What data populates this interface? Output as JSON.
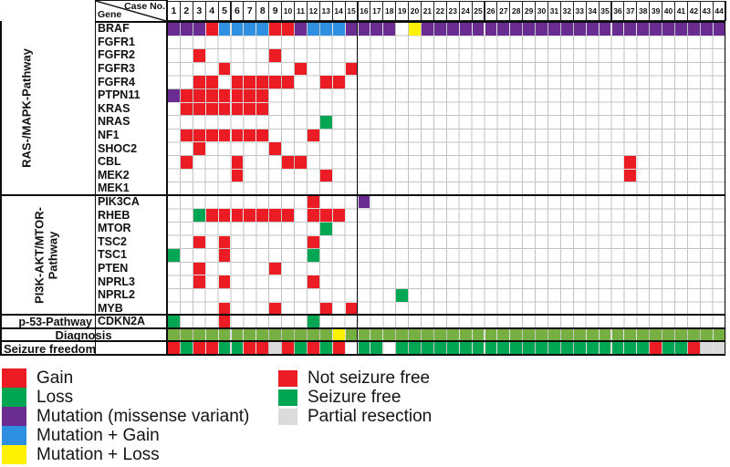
{
  "chart_data": {
    "type": "heatmap",
    "x_label": "Case No.",
    "y_label": "Gene",
    "n_cases": 44,
    "case_numbers": [
      1,
      2,
      3,
      4,
      5,
      6,
      7,
      8,
      9,
      10,
      11,
      12,
      13,
      14,
      15,
      16,
      17,
      18,
      19,
      20,
      21,
      22,
      23,
      24,
      25,
      26,
      27,
      28,
      29,
      30,
      31,
      32,
      33,
      34,
      35,
      36,
      37,
      38,
      39,
      40,
      41,
      42,
      43,
      44
    ],
    "pathways": [
      {
        "name": "RAS-/MAPK-Pathway",
        "name_lines": [
          "RAS-/MAPK-Pathway"
        ],
        "genes": [
          "BRAF",
          "FGFR1",
          "FGFR2",
          "FGFR3",
          "FGFR4",
          "PTPN11",
          "KRAS",
          "NRAS",
          "NF1",
          "SHOC2",
          "CBL",
          "MEK2",
          "MEK1"
        ]
      },
      {
        "name": "PI3K-AKT/MTOR-Pathway",
        "name_lines": [
          "PI3K-AKT/MTOR-",
          "Pathway"
        ],
        "genes": [
          "PIK3CA",
          "RHEB",
          "MTOR",
          "TSC2",
          "TSC1",
          "PTEN",
          "NPRL3",
          "NPRL2",
          "MYB"
        ]
      },
      {
        "name": "p-53-Pathway",
        "name_lines": [
          "p-53-Pathway"
        ],
        "genes": [
          "CDKN2A"
        ]
      }
    ],
    "value_codes": {
      "G": {
        "label": "Gain",
        "color": "#EC1C24"
      },
      "L": {
        "label": "Loss",
        "color": "#00A651"
      },
      "M": {
        "label": "Mutation (missense variant)",
        "color": "#6A2C91"
      },
      "MG": {
        "label": "Mutation + Gain",
        "color": "#2F8FE0"
      },
      "ML": {
        "label": "Mutation + Loss",
        "color": "#FFF200"
      },
      "NSF": {
        "label": "Not seizure free",
        "color": "#EC1C24"
      },
      "SF": {
        "label": "Seizure free",
        "color": "#00A651"
      },
      "PR": {
        "label": "Partial resection",
        "color": "#DBDBDB"
      }
    },
    "alterations": {
      "BRAF": {
        "M": [
          1,
          2,
          3,
          11,
          15,
          16,
          17,
          18,
          21,
          22,
          23,
          24,
          25,
          26,
          27,
          28,
          29,
          30,
          31,
          32,
          33,
          34,
          35,
          36,
          37,
          38,
          39,
          40,
          41,
          42,
          43,
          44
        ],
        "G": [
          4,
          9,
          10
        ],
        "MG": [
          5,
          6,
          7,
          8,
          12,
          13,
          14
        ],
        "ML": [
          20
        ]
      },
      "FGFR1": {},
      "FGFR2": {
        "G": [
          3,
          9
        ]
      },
      "FGFR3": {
        "G": [
          5,
          11,
          15
        ]
      },
      "FGFR4": {
        "G": [
          3,
          4,
          6,
          7,
          8,
          9,
          10,
          13,
          14
        ]
      },
      "PTPN11": {
        "M": [
          1
        ],
        "G": [
          2,
          3,
          4,
          5,
          6,
          7,
          8
        ]
      },
      "KRAS": {
        "G": [
          2,
          3,
          4,
          5,
          6,
          7,
          8
        ]
      },
      "NRAS": {
        "L": [
          13
        ]
      },
      "NF1": {
        "G": [
          2,
          3,
          4,
          5,
          6,
          7,
          8,
          12
        ]
      },
      "SHOC2": {
        "G": [
          3,
          9
        ]
      },
      "CBL": {
        "G": [
          2,
          6,
          10,
          11,
          37
        ]
      },
      "MEK2": {
        "G": [
          6,
          13,
          37
        ]
      },
      "MEK1": {},
      "PIK3CA": {
        "G": [
          12
        ],
        "M": [
          16
        ]
      },
      "RHEB": {
        "L": [
          3
        ],
        "G": [
          4,
          5,
          6,
          7,
          8,
          9,
          10,
          12,
          13,
          14
        ]
      },
      "MTOR": {
        "L": [
          13
        ]
      },
      "TSC2": {
        "G": [
          3,
          5,
          12
        ]
      },
      "TSC1": {
        "L": [
          1,
          12
        ],
        "G": [
          5
        ]
      },
      "PTEN": {
        "G": [
          3,
          9
        ]
      },
      "NPRL3": {
        "G": [
          3,
          5,
          12
        ]
      },
      "NPRL2": {
        "L": [
          19
        ]
      },
      "MYB": {
        "G": [
          5,
          9,
          13,
          15
        ]
      },
      "CDKN2A": {
        "L": [
          1,
          12
        ],
        "G": [
          5
        ]
      }
    },
    "diagnosis_row": {
      "label": "Diagnosis",
      "default_color": "#76B043",
      "overrides": {
        "14": "#FFF200"
      }
    },
    "seizure_row": {
      "label": "Seizure freedom",
      "cells": {
        "NSF": [
          1,
          3,
          4,
          7,
          8,
          10,
          12,
          14,
          39,
          42
        ],
        "SF": [
          2,
          5,
          6,
          11,
          13,
          16,
          17,
          19,
          20,
          21,
          22,
          23,
          24,
          25,
          26,
          27,
          28,
          29,
          30,
          31,
          32,
          33,
          34,
          35,
          36,
          37,
          38,
          40,
          41
        ],
        "PR": [
          9,
          43,
          44
        ]
      }
    },
    "legend": {
      "left": [
        {
          "label": "Gain",
          "color": "#EC1C24"
        },
        {
          "label": "Loss",
          "color": "#00A651"
        },
        {
          "label": "Mutation (missense variant)",
          "color": "#6A2C91"
        },
        {
          "label": "Mutation + Gain",
          "color": "#2F8FE0"
        },
        {
          "label": "Mutation + Loss",
          "color": "#FFF200"
        }
      ],
      "right": [
        {
          "label": "Not seizure free",
          "color": "#EC1C24"
        },
        {
          "label": "Seizure free",
          "color": "#00A651"
        },
        {
          "label": "Partial resection",
          "color": "#DBDBDB"
        }
      ]
    }
  }
}
